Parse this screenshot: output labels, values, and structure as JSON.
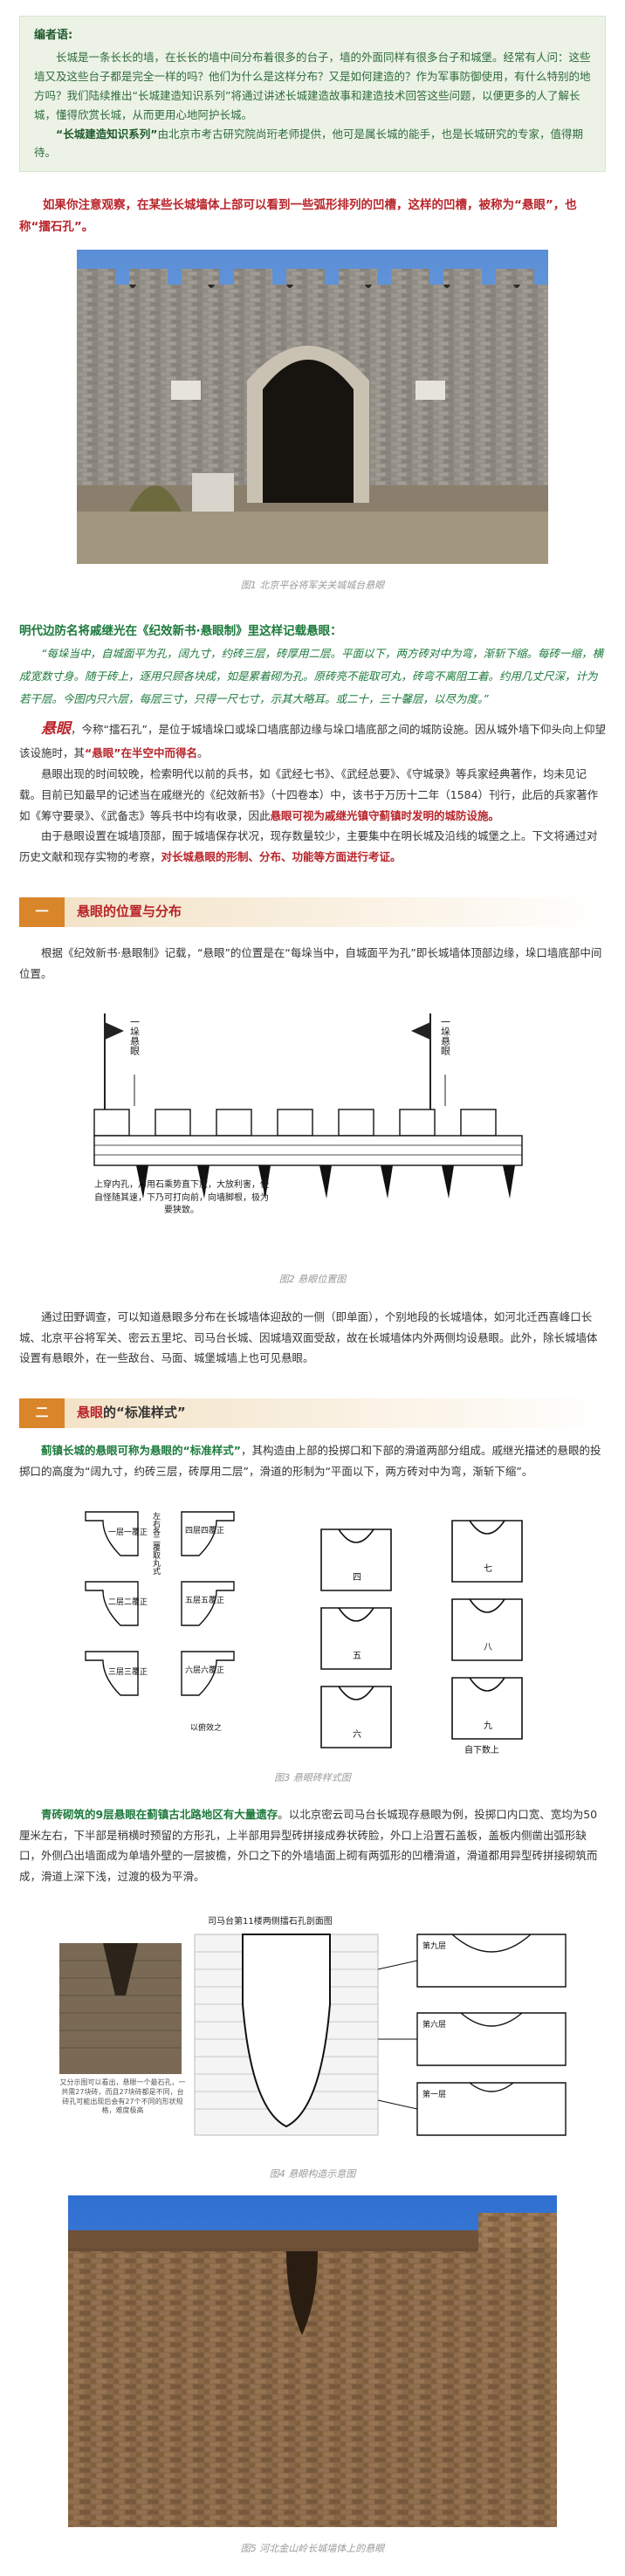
{
  "editor": {
    "title": "编者语:",
    "p1": "长城是一条长长的墙，在长长的墙中间分布着很多的台子，墙的外面同样有很多台子和城堡。经常有人问：这些墙又及这些台子都是完全一样的吗？他们为什么是这样分布？又是如何建造的？作为军事防御使用，有什么特别的地方吗？我们陆续推出“长城建造知识系列”将通过讲述长城建造故事和建造技术回答这些问题，以便更多的人了解长城，懂得欣赏长城，从而更用心地阿护长城。",
    "p2_bold": "“长城建造知识系列”",
    "p2_rest": "由北京市考古研究院尚珩老师提供，他可是属长城的能手，也是长城研究的专家，值得期待。"
  },
  "lead": "如果你注意观察，在某些长城墙体上部可以看到一些弧形排列的凹槽，这样的凹槽，被称为“悬眼”，也称“擂石孔”。",
  "fig1": {
    "caption": "图1 北京平谷将军关关城城台悬眼"
  },
  "section0": {
    "heading": "明代边防名将戚继光在《纪效新书·悬眼制》里这样记载悬眼：",
    "quote": "“每垛当中，自城面平为孔，阔九寸，约砖三层，砖厚用二层。平面以下，两方砖对中为弯，渐斩下缩。每砖一缩，横成宽数寸身。随于砖上，逐用只顾各块成，如是累着砌为孔。原砖亮不能取可丸，砖弯不离阻工着。约用几丈尺深，计为若干层。今图内只六层，每层三寸，只得一尺七寸，示其大略耳。或二十，三十馨层，以尽为度。”",
    "p1_big": "悬眼",
    "p1_rest_a": "，今称“擂石孔”，是位于城墙垛口或垛口墙底部边缘与垛口墙底部之间的城防设施。因从城外墙下仰头向上仰望该设施时，其",
    "p1_red": "“悬眼”在半空中而得名",
    "p1_end": "。",
    "p2": "悬眼出现的时间较晚，检索明代以前的兵书，如《武经七书》、《武经总要》、《守城录》等兵家经典著作，均未见记载。目前已知最早的记述当在戚继光的《纪效新书》（十四卷本）中，该书于万历十二年（1584）刊行，此后的兵家著作如《筹守要录》、《武备志》等兵书中均有收录，因此",
    "p2_red": "悬眼可视为戚继光镇守蓟镇时发明的城防设施。",
    "p3_a": "由于悬眼设置在城墙顶部，囿于城墙保存状况，现存数量较少，主要集中在明长城及沿线的城堡之上。下文将通过对历史文献和现存实物的考察，",
    "p3_red": "对长城悬眼的形制、分布、功能等方面进行考证。"
  },
  "section1": {
    "num": "一",
    "title": "悬眼的位置与分布",
    "p1": "根据《纪效新书·悬眼制》记载，“悬眼”的位置是在“每垛当中，自城面平为孔”即长城墙体顶部边缘，垛口墙底部中间位置。",
    "diagram_label_left": "一垛悬眼",
    "diagram_label_right": "一垛悬眼",
    "diagram_note": "上穿内孔，乃用石乘势直下放，大放利害，使自怪随其速，下乃可打向前，向墙脚根，极为要狭致。",
    "caption": "图2 悬眼位置图",
    "p2": "通过田野调查，可以知道悬眼多分布在长城墙体迎敌的一侧（即单面），个别地段的长城墙体，如河北迁西喜峰口长城、北京平谷将军关、密云五里坨、司马台长城、因城墙双面受敌，故在长城墙体内外两侧均设悬眼。此外，除长城墙体设置有悬眼外，在一些敌台、马面、城堡城墙上也可见悬眼。"
  },
  "section2": {
    "num": "二",
    "title_red": "悬眼",
    "title_rest": "的“标准样式”",
    "p1_green": "蓟镇长城的悬眼可称为悬眼的“标准样式”",
    "p1_rest": "，其构造由上部的投掷口和下部的滑道两部分组成。戚继光描述的悬眼的投掷口的高度为“阔九寸，约砖三层，砖厚用二层”，滑道的形制为“平面以下，两方砖对中为弯，渐斩下缩”。",
    "fig3": {
      "left_labels": [
        "一层一覆正",
        "二层二覆正",
        "三层三覆正",
        "四层四覆正",
        "五层五覆正",
        "六层六覆正"
      ],
      "left_note": "左右各二覆取丸式",
      "mid_note": "以俯效之",
      "right_labels": [
        "四",
        "五",
        "六",
        "七",
        "八",
        "九"
      ],
      "right_note": "自下数上",
      "caption": "图3 悬眼砖样式图"
    },
    "p2_green": "青砖砌筑的9层悬眼在蓟镇古北路地区有大量遗存",
    "p2_rest": "。以北京密云司马台长城现存悬眼为例，投掷口内口宽、宽均为50厘米左右，下半部是稍横时预留的方形孔，上半部用异型砖拼接成券状砖脸，外口上沿置石盖板，盖板内侧凿出弧形缺口，外侧凸出墙面成为单墙外壁的一层披檐，外口之下的外墙墙面上砌有两弧形的凹槽滑道，滑道都用异型砖拼接砌筑而成，滑道上深下浅，过渡的极为平滑。",
    "fig4": {
      "title": "司马台第11楼两侧擂石孔剖面图",
      "photo_note": "又分示图可以看出，悬眼一个最石孔，一共需27块砖，而且27块砖都是不同，台砖孔可能出现后会有27个不同的形状规格，难度极高",
      "layers": [
        "第九层",
        "第六层",
        "第一层"
      ],
      "caption": "图4 悬眼构造示意图"
    },
    "fig5": {
      "caption": "图5 河北金山岭长城墙体上的悬眼"
    }
  }
}
